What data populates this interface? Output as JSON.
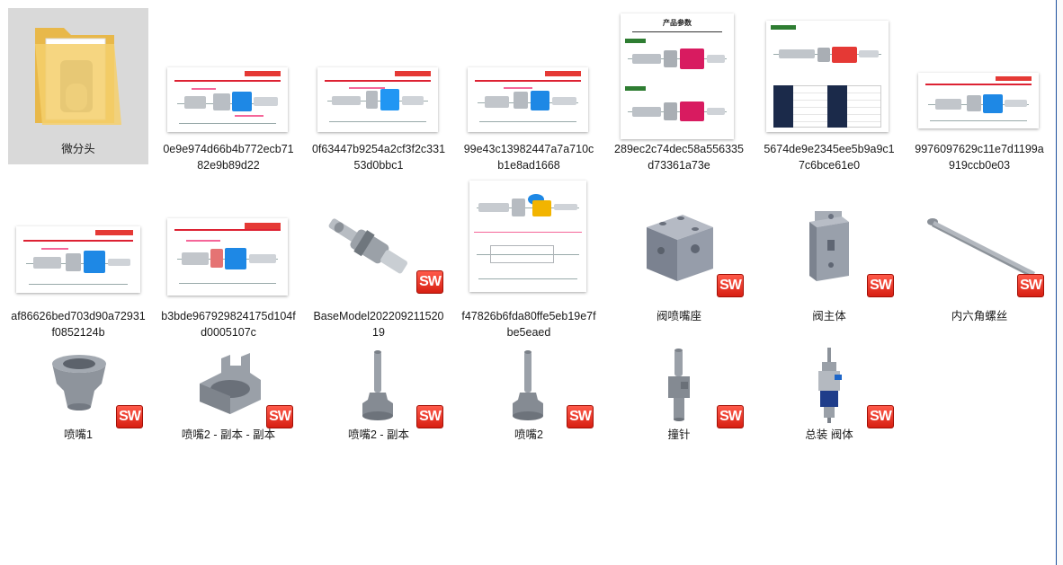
{
  "folder": {
    "name": "微分头"
  },
  "items": [
    {
      "name": "微分头"
    },
    {
      "name": "0e9e974d66b4b772ecb7182e9b89d22"
    },
    {
      "name": "0f63447b9254a2cf3f2c33153d0bbc1"
    },
    {
      "name": "99e43c13982447a7a710cb1e8ad1668"
    },
    {
      "name": "289ec2c74dec58a556335d73361a73e",
      "heading": "产品参数"
    },
    {
      "name": "5674de9e2345ee5b9a9c17c6bce61e0"
    },
    {
      "name": "9976097629c11e7d1199a919ccb0e03"
    },
    {
      "name": "af86626bed703d90a72931f0852124b"
    },
    {
      "name": "b3bde967929824175d104fd0005107c"
    },
    {
      "name": "BaseModel20220921152019"
    },
    {
      "name": "f47826b6fda80ffe5eb19e7fbe5eaed"
    },
    {
      "name": "阀喷嘴座"
    },
    {
      "name": "阀主体"
    },
    {
      "name": "内六角螺丝"
    },
    {
      "name": "喷嘴1"
    },
    {
      "name": "喷嘴2 - 副本 - 副本"
    },
    {
      "name": "喷嘴2 - 副本"
    },
    {
      "name": "喷嘴2"
    },
    {
      "name": "撞针"
    },
    {
      "name": "总装 阀体"
    }
  ],
  "badge_text": "SW",
  "colors": {
    "selection": "#cce8ff",
    "folder_selected": "#d9d9d9",
    "sw_red": "#d71f12",
    "scroll_edge": "#1c4f9e"
  }
}
